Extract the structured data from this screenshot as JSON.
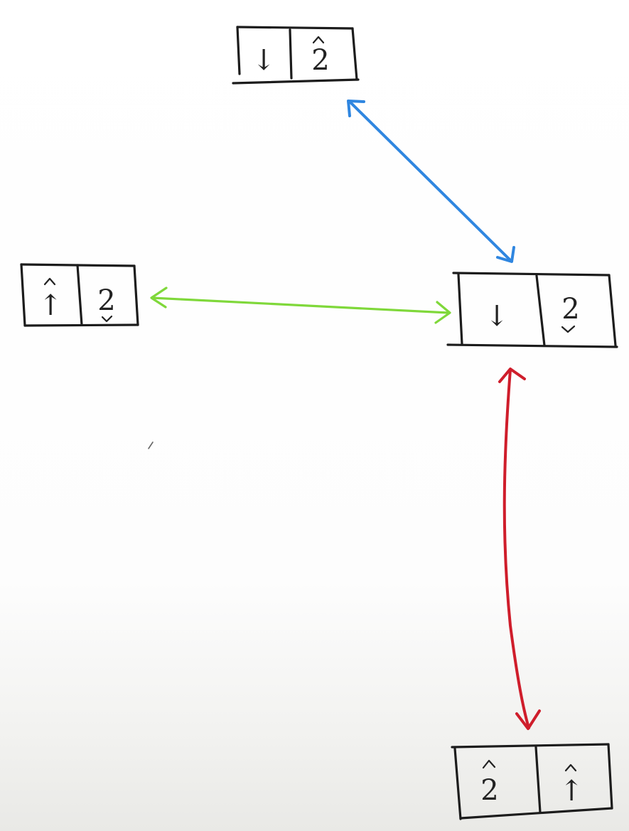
{
  "diagram": {
    "nodes": [
      {
        "id": "top",
        "cells": [
          "↓",
          "2"
        ],
        "cell_marks": [
          "",
          "hat"
        ]
      },
      {
        "id": "left",
        "cells": [
          "↑",
          "2"
        ],
        "cell_marks": [
          "hat",
          "check"
        ]
      },
      {
        "id": "center",
        "cells": [
          "↓",
          "2"
        ],
        "cell_marks": [
          "",
          "check"
        ]
      },
      {
        "id": "bottom",
        "cells": [
          "2",
          "↑"
        ],
        "cell_marks": [
          "hat",
          "hat"
        ]
      }
    ],
    "edges": [
      {
        "from": "center",
        "to": "top",
        "color": "#2f86e0",
        "bidirectional": true
      },
      {
        "from": "left",
        "to": "center",
        "color": "#7fd83a",
        "bidirectional": true
      },
      {
        "from": "center",
        "to": "bottom",
        "color": "#cf1d2b",
        "bidirectional": true
      }
    ]
  }
}
